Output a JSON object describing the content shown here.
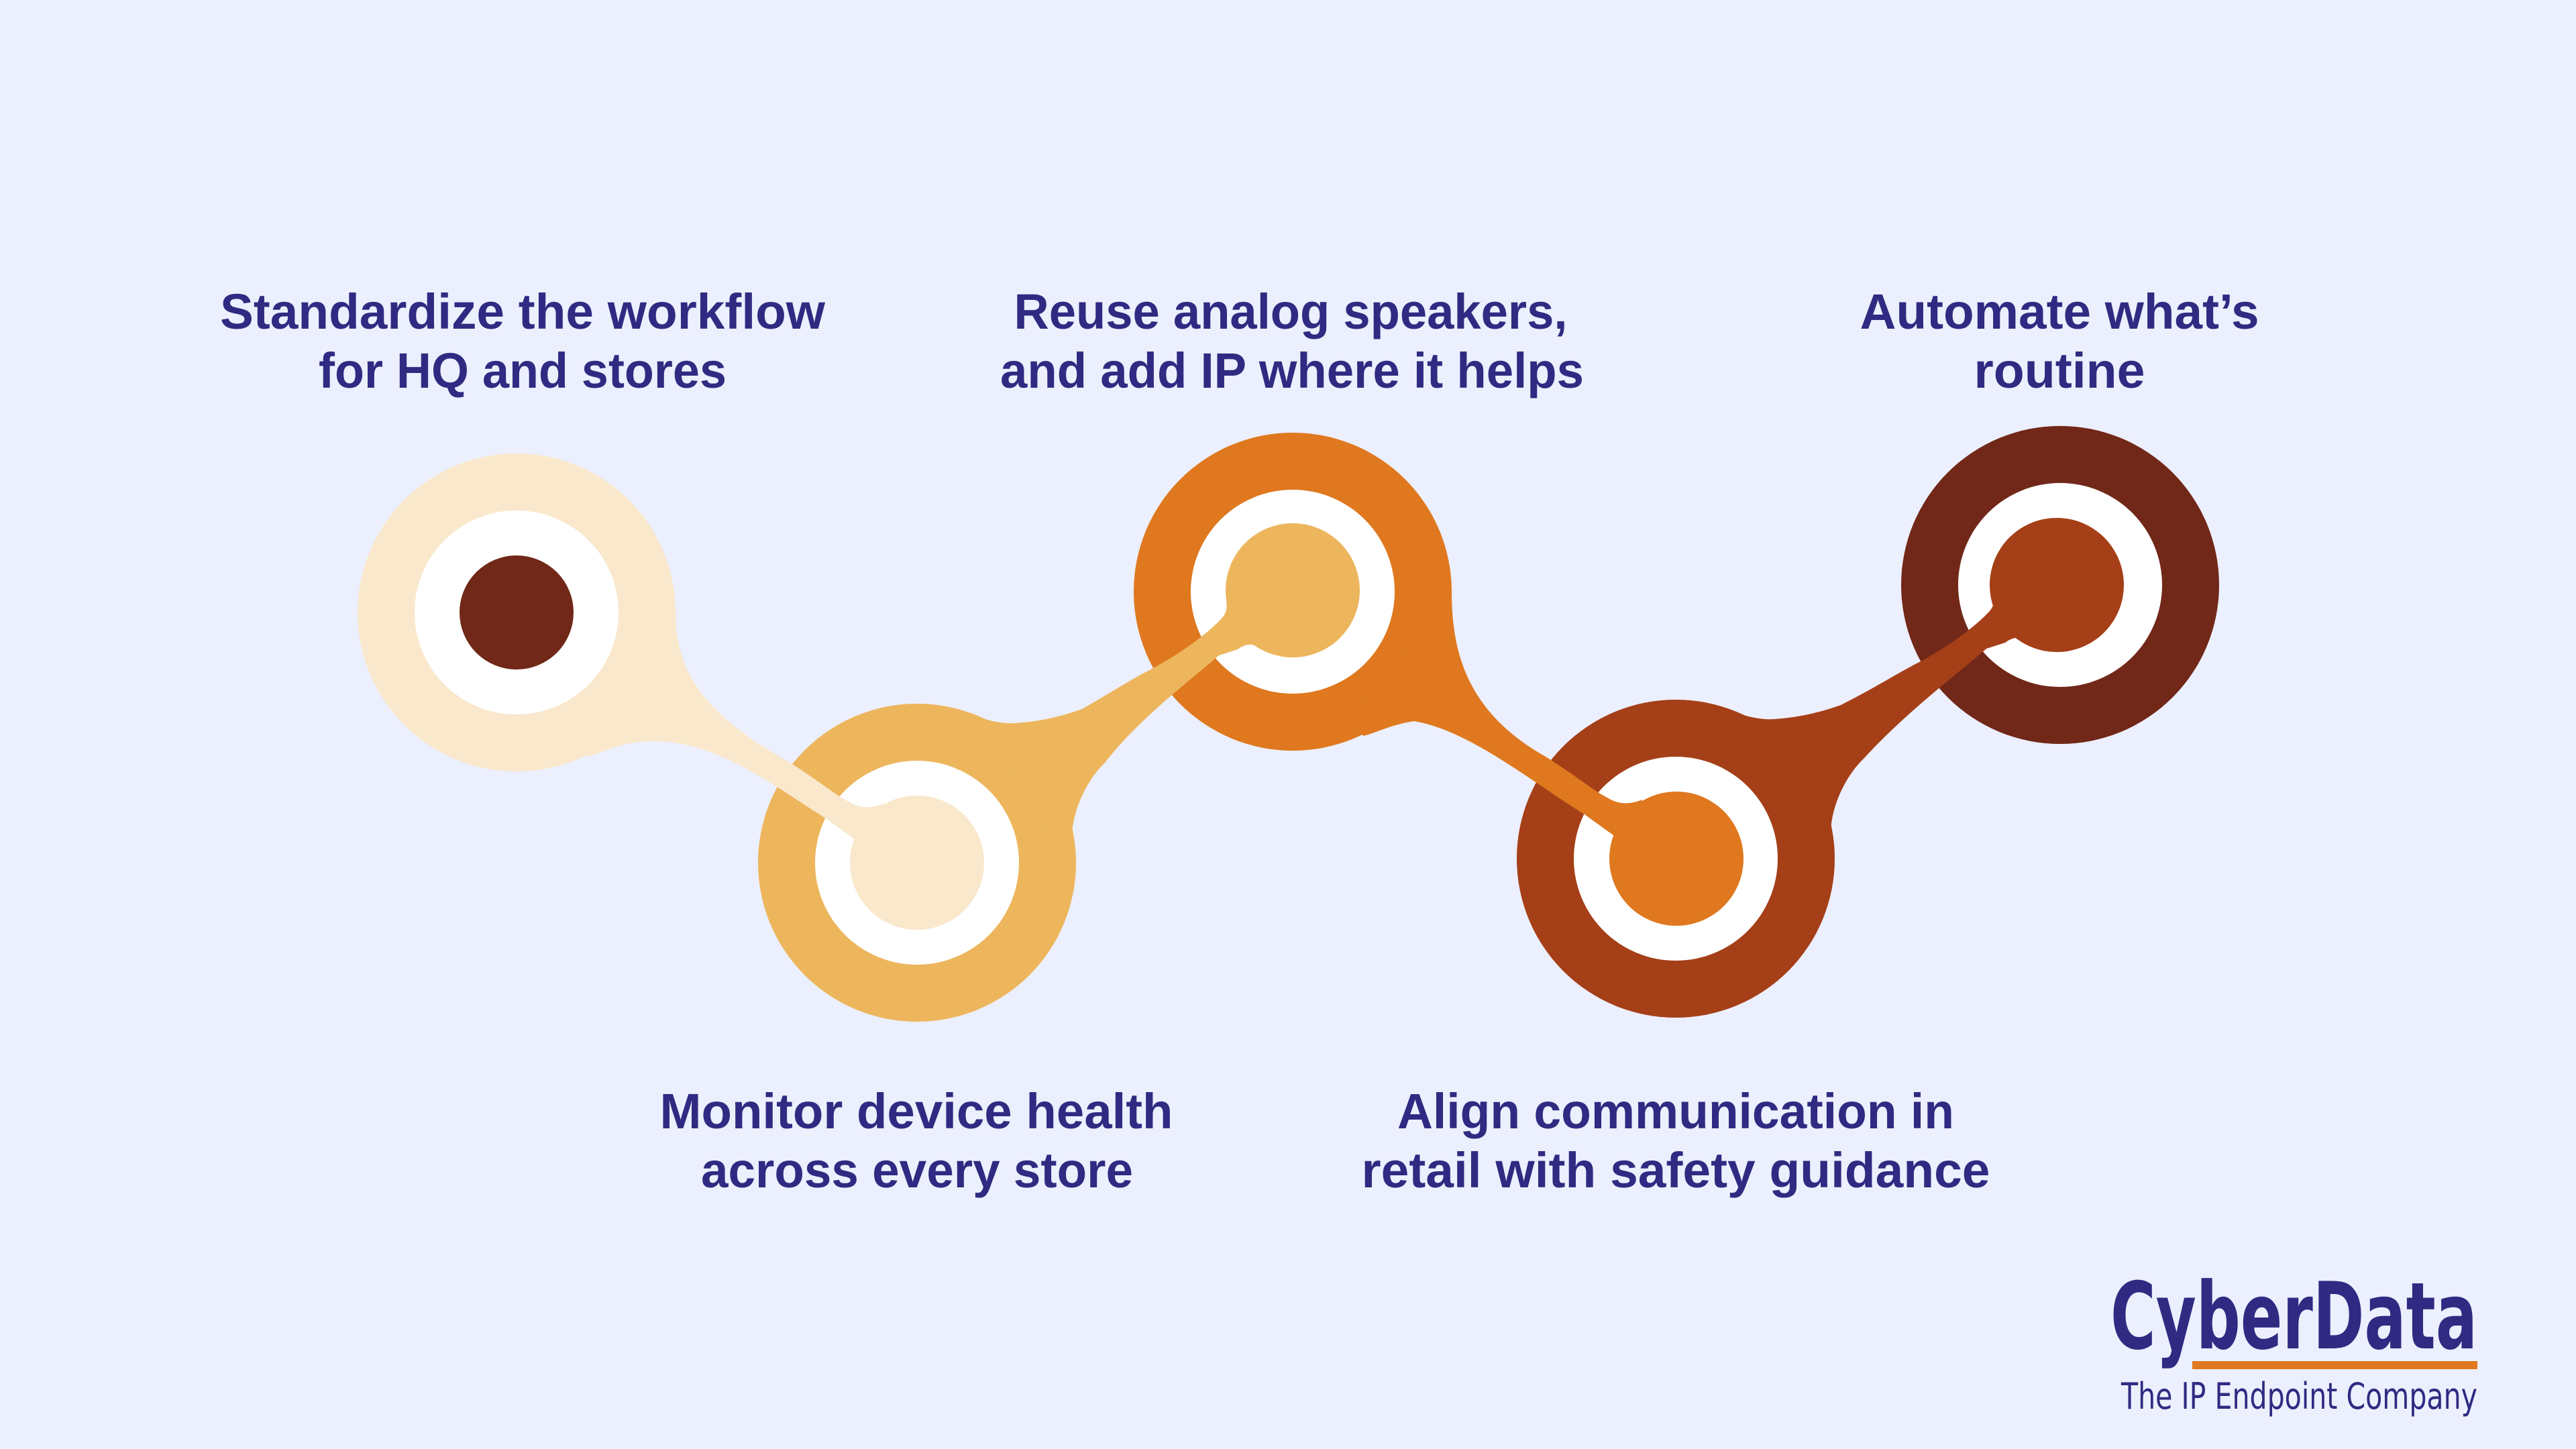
{
  "theme": {
    "background": "#ECEFFD",
    "text": "#312A82",
    "ring": "#FFFFFF",
    "logo_accent": "#DF781E"
  },
  "steps": [
    {
      "lines": [
        "Standardize the workflow",
        "for HQ and stores"
      ],
      "color": "#FAE8CC",
      "center_color": "#712818"
    },
    {
      "lines": [
        "Monitor device health",
        "across every store"
      ],
      "color": "#EDB65D",
      "center_color": "#FAE8CC"
    },
    {
      "lines": [
        "Reuse analog speakers,",
        "and add IP where it helps"
      ],
      "color": "#DF781E",
      "center_color": "#EDB65D"
    },
    {
      "lines": [
        "Align communication in",
        "retail with safety guidance"
      ],
      "color": "#A53F17",
      "center_color": "#DF781E"
    },
    {
      "lines": [
        "Automate what’s",
        "routine"
      ],
      "color": "#712818",
      "center_color": "#A53F17"
    }
  ],
  "logo": {
    "name": "CyberData",
    "tagline": "The IP Endpoint Company"
  }
}
